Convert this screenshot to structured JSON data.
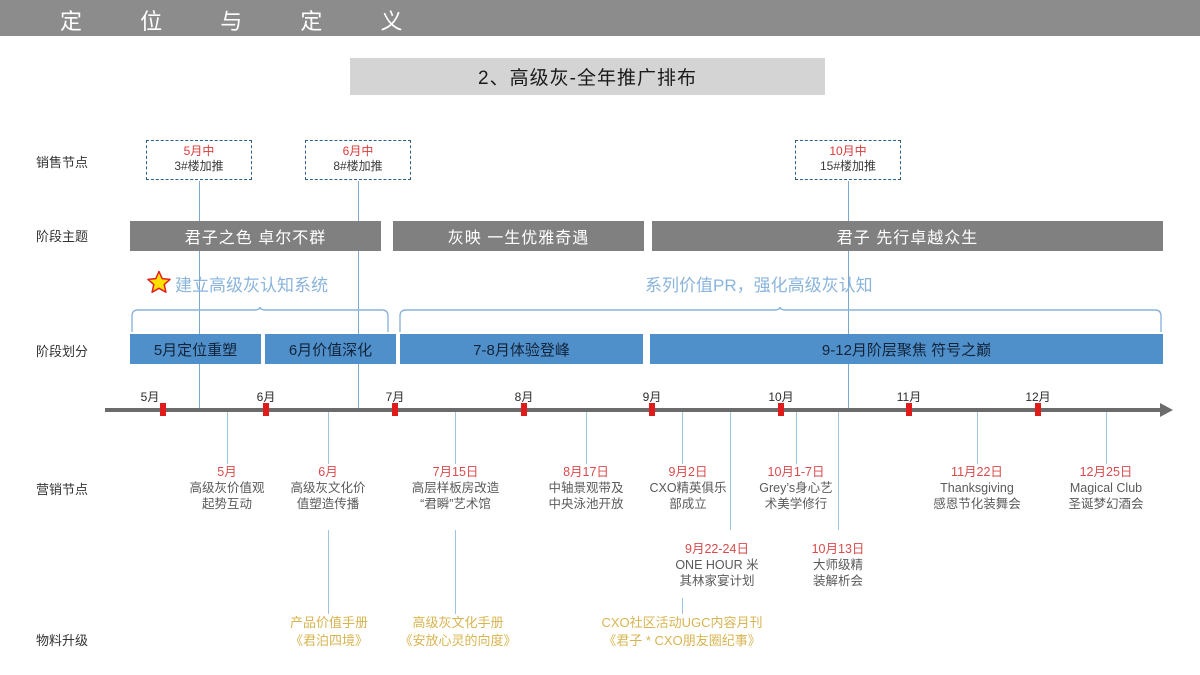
{
  "header": {
    "banner_text": "定 位 与 定 义",
    "banner_color": "#8c8c8c"
  },
  "slide": {
    "title": "2、高级灰-全年推广排布",
    "title_bg": "#d4d4d4"
  },
  "rows": {
    "sales_nodes_label": "销售节点",
    "stage_theme_label": "阶段主题",
    "stage_division_label": "阶段划分",
    "marketing_nodes_label": "营销节点",
    "material_upgrade_label": "物料升级"
  },
  "sales_nodes": [
    {
      "date": "5月中",
      "text": "3#楼加推"
    },
    {
      "date": "6月中",
      "text": "8#楼加推"
    },
    {
      "date": "10月中",
      "text": "15#楼加推"
    }
  ],
  "stage_themes": [
    {
      "label": "君子之色 卓尔不群"
    },
    {
      "label": "灰映 一生优雅奇遇"
    },
    {
      "label": "君子 先行卓越众生"
    }
  ],
  "blue_notes": [
    {
      "text": "建立高级灰认知系统",
      "icon": "star-icon"
    },
    {
      "text": "系列价值PR，强化高级灰认知"
    }
  ],
  "stage_divisions": [
    {
      "label": "5月定位重塑"
    },
    {
      "label": "6月价值深化"
    },
    {
      "label": "7-8月体验登峰"
    },
    {
      "label": "9-12月阶层聚焦 符号之巅"
    }
  ],
  "timeline": {
    "months": [
      "5月",
      "6月",
      "7月",
      "8月",
      "9月",
      "10月",
      "11月",
      "12月"
    ],
    "tick_color": "#e01b1b",
    "axis_color": "#6b6b6b"
  },
  "marketing_nodes_row1": [
    {
      "date": "5月",
      "line1": "高级灰价值观",
      "line2": "起势互动"
    },
    {
      "date": "6月",
      "line1": "高级灰文化价",
      "line2": "值塑造传播"
    },
    {
      "date": "7月15日",
      "line1": "高层样板房改造",
      "line2": "“君瞬”艺术馆"
    },
    {
      "date": "8月17日",
      "line1": "中轴景观带及",
      "line2": "中央泳池开放"
    },
    {
      "date": "9月2日",
      "line1": "CXO精英俱乐",
      "line2": "部成立"
    },
    {
      "date": "10月1-7日",
      "line1": "Grey’s身心艺",
      "line2": "术美学修行"
    },
    {
      "date": "11月22日",
      "line1": "Thanksgiving",
      "line2": "感恩节化装舞会"
    },
    {
      "date": "12月25日",
      "line1": "Magical Club",
      "line2": "圣诞梦幻酒会"
    }
  ],
  "marketing_nodes_row2": [
    {
      "date": "9月22-24日",
      "line1": "ONE HOUR 米",
      "line2": "其林家宴计划"
    },
    {
      "date": "10月13日",
      "line1": "大师级精",
      "line2": "装解析会"
    }
  ],
  "material_upgrades": [
    {
      "line1": "产品价值手册",
      "line2": "《君泊四境》"
    },
    {
      "line1": "高级灰文化手册",
      "line2": "《安放心灵的向度》"
    },
    {
      "line1": "CXO社区活动UGC内容月刊",
      "line2": "《君子 * CXO朋友圈纪事》"
    }
  ],
  "colors": {
    "gray_bar": "#808080",
    "blue_bar": "#4f8fca",
    "accent_red": "#d93b3b",
    "accent_gold": "#d8b451",
    "accent_blue": "#8ab4dc"
  }
}
